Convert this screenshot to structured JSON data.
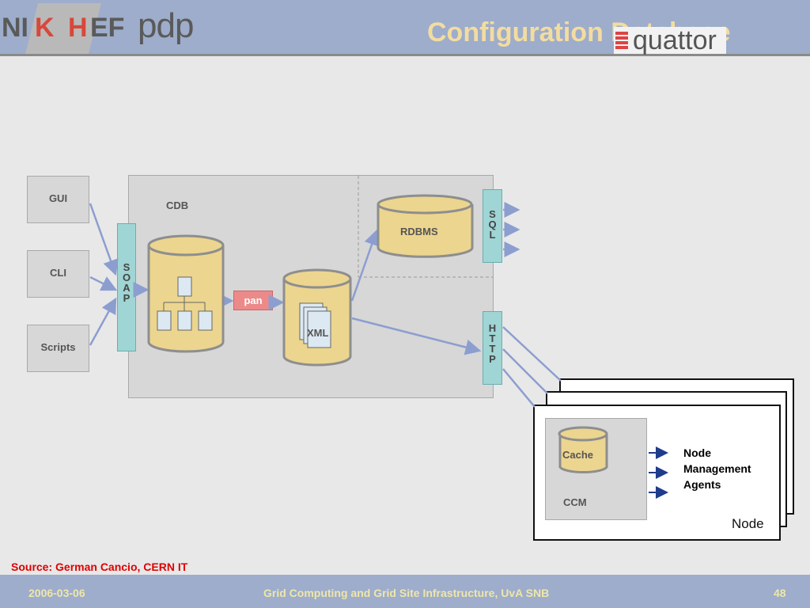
{
  "header": {
    "logo_parts": [
      "NI",
      "K",
      "H",
      "EF",
      "pdp"
    ],
    "title": "Configuration Database",
    "quattor_logo": "quattor"
  },
  "diagram": {
    "clients": [
      "GUI",
      "CLI",
      "Scripts"
    ],
    "soap_letters": [
      "S",
      "O",
      "A",
      "P"
    ],
    "cdb_label": "CDB",
    "pan_label": "pan",
    "xml_label": "XML",
    "rdbms_label": "RDBMS",
    "sql_letters": [
      "S",
      "Q",
      "L"
    ],
    "http_letters": [
      "H",
      "T",
      "T",
      "P"
    ],
    "cache_label": "Cache",
    "ccm_label": "CCM",
    "agents_lines": [
      "Node",
      "Management",
      "Agents"
    ],
    "node_label": "Node"
  },
  "source": "Source: German Cancio, CERN IT",
  "footer": {
    "date": "2006-03-06",
    "course": "Grid Computing and Grid Site Infrastructure, UvA SNB",
    "page": "48"
  },
  "colors": {
    "header_bg": "#9dadcb",
    "arrow": "#8c9ed0",
    "db_fill": "#ecd58f",
    "db_stroke": "#8e8e8e",
    "teal": "#9fd5d4",
    "pan": "#ec8a8a",
    "source_red": "#e00000"
  }
}
